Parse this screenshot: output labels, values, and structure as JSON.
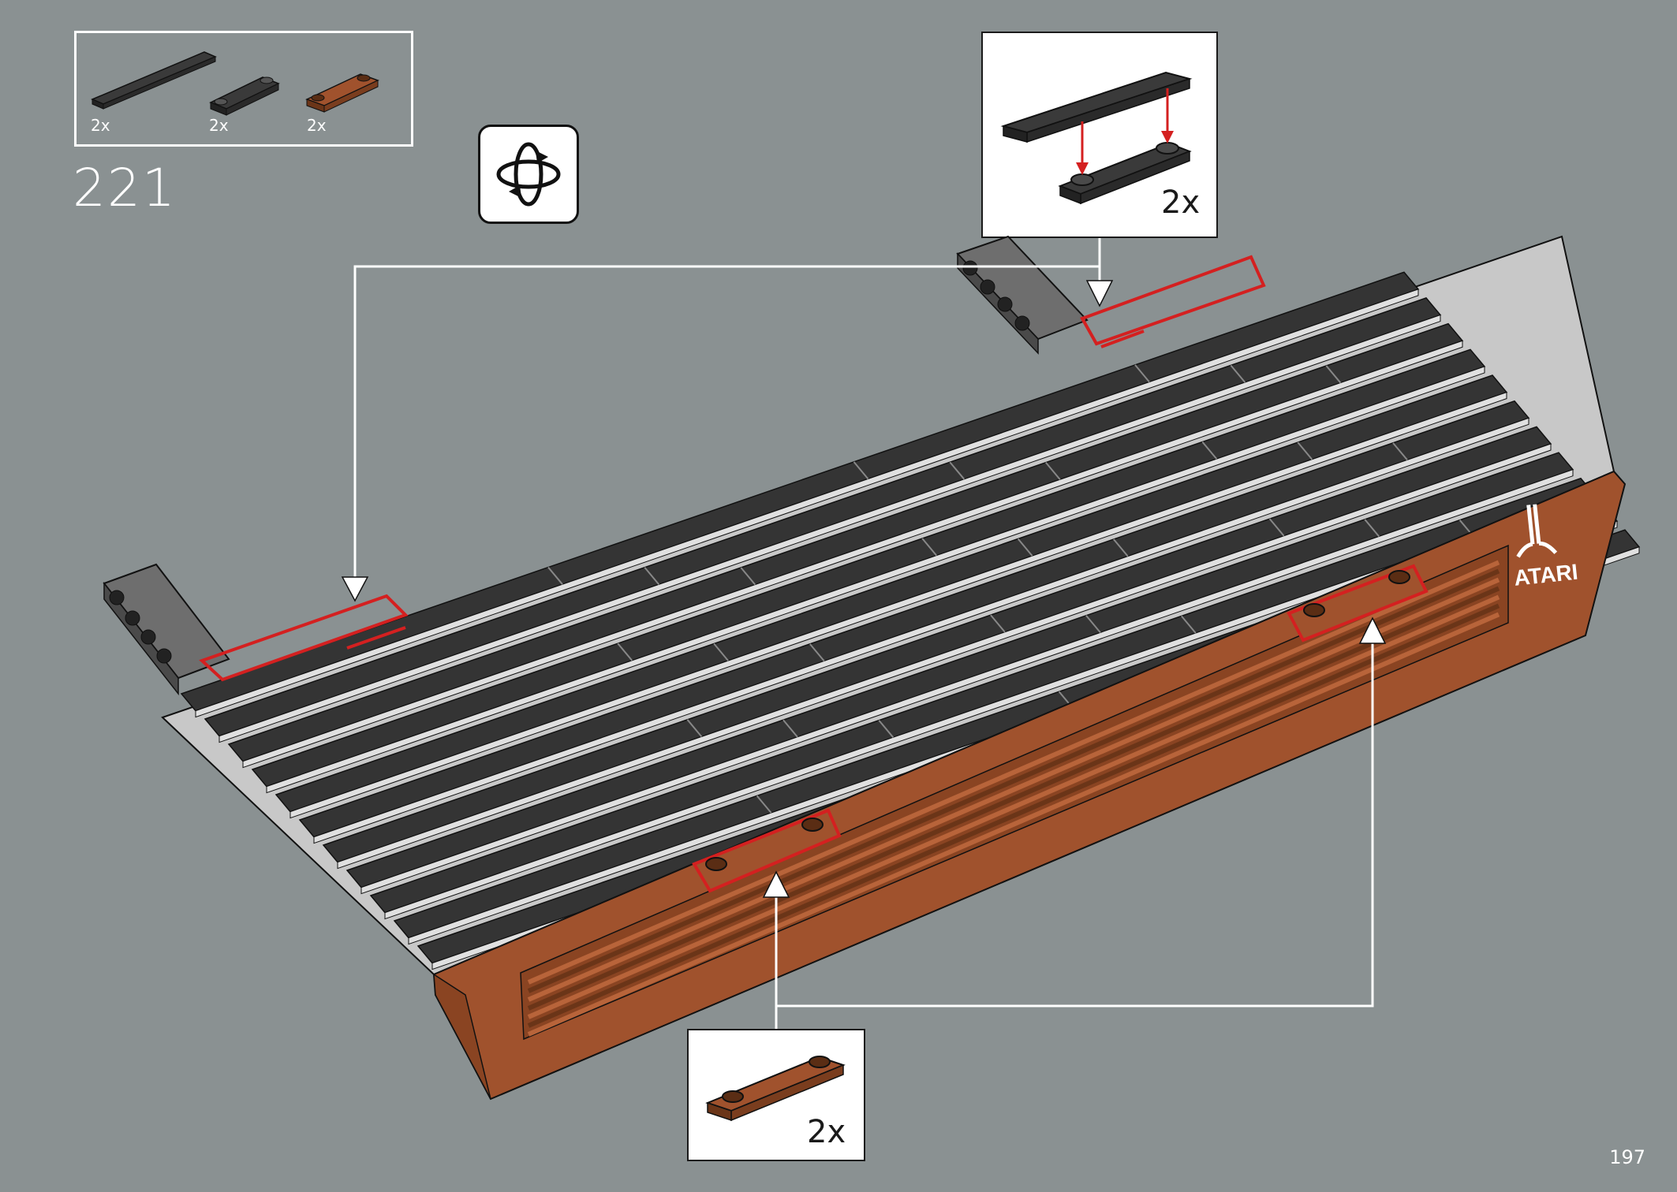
{
  "step": {
    "number": "221"
  },
  "parts_list": {
    "items": [
      {
        "part": "dark-gray-tile-long",
        "color": "#3a3a3a",
        "qty": "2x"
      },
      {
        "part": "dark-gray-plate-2-studs",
        "color": "#3a3a3a",
        "qty": "2x"
      },
      {
        "part": "brown-plate-2-studs",
        "color": "#a0522d",
        "qty": "2x"
      }
    ]
  },
  "rotate_icon": {
    "icon": "rotate-model-icon"
  },
  "callouts": {
    "top": {
      "qty": "2x"
    },
    "bottom": {
      "qty": "2x"
    }
  },
  "model": {
    "logo_text": "ATARI",
    "colors": {
      "tile": "#343434",
      "wood": "#a0522d",
      "wood_dark": "#6b3518",
      "highlight": "#d42020"
    }
  },
  "page": {
    "number": "197"
  }
}
